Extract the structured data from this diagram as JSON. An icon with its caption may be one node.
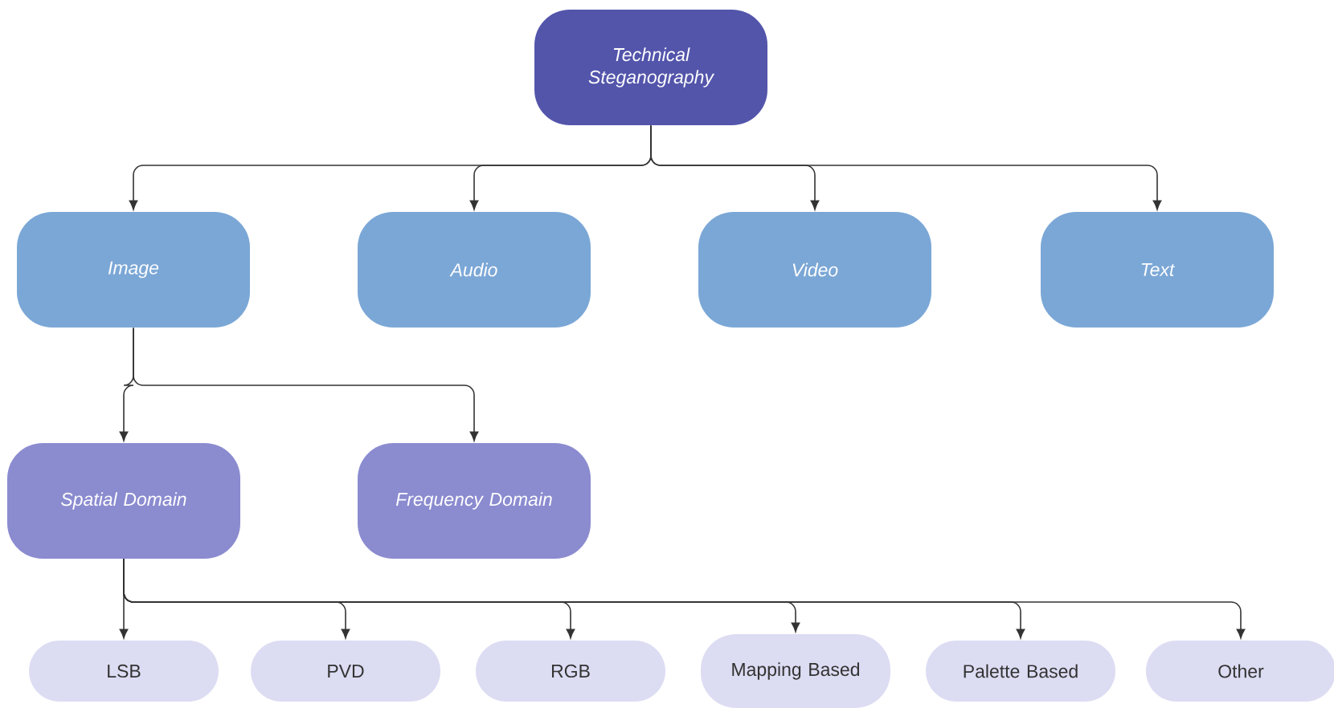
{
  "diagram": {
    "nodes": [
      {
        "text": [
          "Technical Steganography"
        ]
      },
      {
        "text": [
          "Image"
        ]
      },
      {
        "text": [
          "Audio"
        ]
      },
      {
        "text": [
          "Video"
        ]
      },
      {
        "text": [
          "Text"
        ]
      },
      {
        "text": [
          "Spatial Domain"
        ]
      },
      {
        "text": [
          "Frequency Domain"
        ]
      },
      {
        "text": [
          "LSB"
        ]
      },
      {
        "text": [
          "PVD"
        ]
      },
      {
        "text": [
          "RGB"
        ]
      },
      {
        "text": [
          "Mapping Based"
        ]
      },
      {
        "text": [
          "Palette Based"
        ]
      },
      {
        "text": [
          "Other"
        ]
      }
    ],
    "edges": [
      {
        "from": 0,
        "to": 1,
        "arrow": "to"
      },
      {
        "from": 0,
        "to": 2,
        "arrow": "to"
      },
      {
        "from": 0,
        "to": 3,
        "arrow": "to"
      },
      {
        "from": 0,
        "to": 4,
        "arrow": "to"
      },
      {
        "from": 1,
        "to": 5,
        "arrow": "to"
      },
      {
        "from": 1,
        "to": 6,
        "arrow": "to"
      },
      {
        "from": 5,
        "to": 7,
        "arrow": "to"
      },
      {
        "from": 5,
        "to": 8,
        "arrow": "to"
      },
      {
        "from": 5,
        "to": 9,
        "arrow": "to"
      },
      {
        "from": 5,
        "to": 10,
        "arrow": "to"
      },
      {
        "from": 5,
        "to": 11,
        "arrow": "to"
      },
      {
        "from": 5,
        "to": 12,
        "arrow": "to"
      }
    ]
  }
}
